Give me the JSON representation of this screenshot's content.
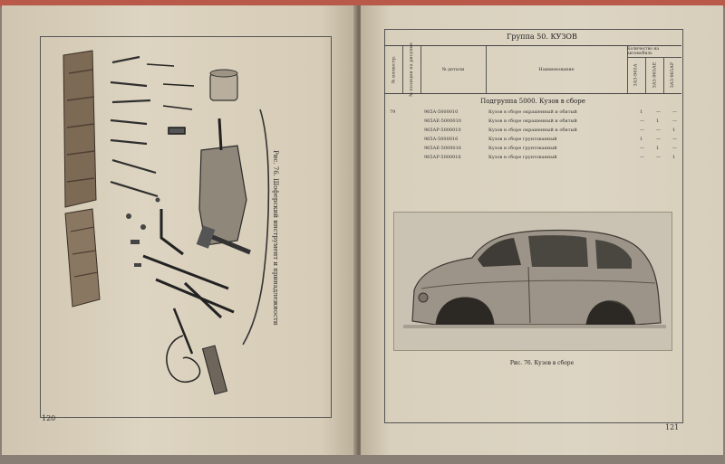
{
  "left_page": {
    "page_number": "120",
    "figure_caption": "Рис. 76. Шоферский инструмент и принадлежности"
  },
  "right_page": {
    "page_number": "121",
    "group_title": "Группа 50. КУЗОВ",
    "table_headers": {
      "col1": "№ иллюстр.",
      "col2": "№ позиции на рисунке",
      "col3": "№ детали",
      "col4": "Наименование",
      "col_group": "Количество на автомобиль",
      "q1": "ЗАЗ-965А",
      "q2": "ЗАЗ-965АЕ",
      "q3": "ЗАЗ-965АР"
    },
    "subgroup_title": "Подгруппа 5000. Кузов в сборе",
    "rows": [
      {
        "num": "79",
        "part": "965А-5000010",
        "name": "Кузов в сборе окрашенный и обитый",
        "q1": "1",
        "q2": "—",
        "q3": "—"
      },
      {
        "num": "",
        "part": "965АЕ-5000010",
        "name": "Кузов в сборе окрашенный и обитый",
        "q1": "—",
        "q2": "1",
        "q3": "—"
      },
      {
        "num": "",
        "part": "965АР-5000010",
        "name": "Кузов в сборе окрашенный и обитый",
        "q1": "—",
        "q2": "—",
        "q3": "1"
      },
      {
        "num": "",
        "part": "965А-5000016",
        "name": "Кузов в сборе грунтованный",
        "q1": "1",
        "q2": "—",
        "q3": "—"
      },
      {
        "num": "",
        "part": "965АЕ-5000016",
        "name": "Кузов в сборе грунтованный",
        "q1": "—",
        "q2": "1",
        "q3": "—"
      },
      {
        "num": "",
        "part": "965АР-5000016",
        "name": "Кузов в сборе грунтованный",
        "q1": "—",
        "q2": "—",
        "q3": "1"
      }
    ],
    "figure_caption": "Рис. 76. Кузов в сборе"
  }
}
